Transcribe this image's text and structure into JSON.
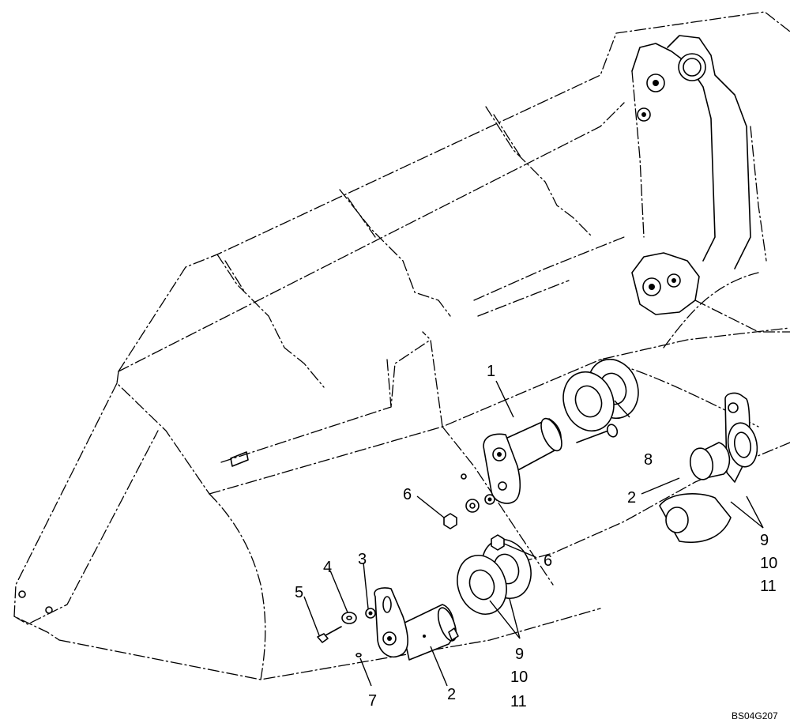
{
  "callouts": {
    "c1": "1",
    "c2a": "2",
    "c2b": "2",
    "c3": "3",
    "c4": "4",
    "c5": "5",
    "c6a": "6",
    "c6b": "6",
    "c7": "7",
    "c8": "8",
    "c9a": "9",
    "c10a": "10",
    "c11a": "11",
    "c9b": "9",
    "c10b": "10",
    "c11b": "11"
  },
  "figure_code": "BS04G207"
}
